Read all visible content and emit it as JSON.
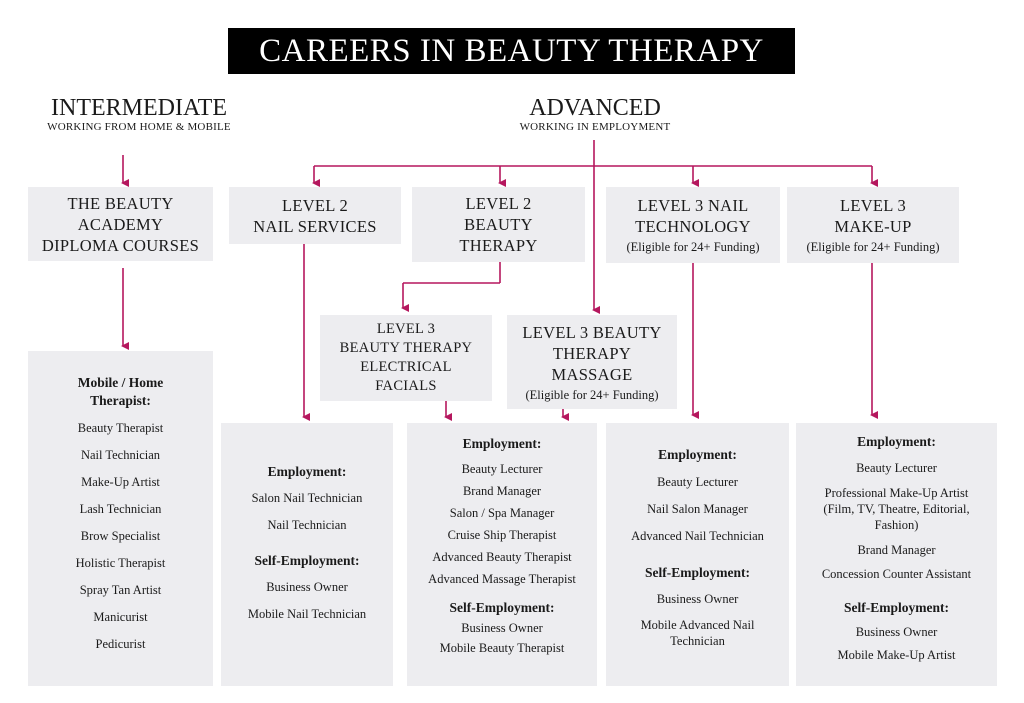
{
  "title": "CAREERS IN BEAUTY THERAPY",
  "intermediate": {
    "heading": "INTERMEDIATE",
    "subheading": "WORKING FROM HOME & MOBILE"
  },
  "advanced": {
    "heading": "ADVANCED",
    "subheading": "WORKING IN EMPLOYMENT"
  },
  "colors": {
    "arrow": "#b5175e",
    "box": "#ededf0",
    "title_bg": "#000000",
    "title_text": "#ffffff"
  },
  "courses": {
    "beauty_academy": {
      "title": "THE BEAUTY\nACADEMY\nDIPLOMA COURSES"
    },
    "l2_nail": {
      "title": "LEVEL 2\nNAIL SERVICES"
    },
    "l2_beauty": {
      "title": "LEVEL 2\nBEAUTY\nTHERAPY"
    },
    "l3_nail": {
      "title": "LEVEL 3 NAIL\nTECHNOLOGY",
      "note": "(Eligible for 24+ Funding)"
    },
    "l3_makeup": {
      "title": "LEVEL 3\nMAKE-UP",
      "note": "(Eligible for 24+ Funding)"
    },
    "l3_electrical": {
      "title": "LEVEL 3\nBEAUTY THERAPY\nELECTRICAL\nFACIALS"
    },
    "l3_massage": {
      "title": "LEVEL 3 BEAUTY\nTHERAPY\nMASSAGE",
      "note": "(Eligible for 24+ Funding)"
    }
  },
  "careers": {
    "mobile": {
      "heading": "Mobile / Home Therapist:",
      "items": [
        "Beauty Therapist",
        "Nail Technician",
        "Make-Up Artist",
        "Lash Technician",
        "Brow Specialist",
        "Holistic Therapist",
        "Spray Tan Artist",
        "Manicurist",
        "Pedicurist"
      ]
    },
    "nail": {
      "employment_heading": "Employment:",
      "employment": [
        "Salon Nail Technician",
        "Nail Technician"
      ],
      "self_heading": "Self-Employment:",
      "self": [
        "Business Owner",
        "Mobile Nail Technician"
      ]
    },
    "beauty": {
      "employment_heading": "Employment:",
      "employment": [
        "Beauty Lecturer",
        "Brand Manager",
        "Salon / Spa Manager",
        "Cruise Ship Therapist",
        "Advanced Beauty Therapist",
        "Advanced Massage Therapist"
      ],
      "self_heading": "Self-Employment:",
      "self": [
        "Business Owner",
        "Mobile Beauty Therapist"
      ]
    },
    "advnail": {
      "employment_heading": "Employment:",
      "employment": [
        "Beauty Lecturer",
        "Nail Salon Manager",
        "Advanced Nail Technician"
      ],
      "self_heading": "Self-Employment:",
      "self": [
        "Business Owner",
        "Mobile Advanced Nail Technician"
      ]
    },
    "makeup": {
      "employment_heading": "Employment:",
      "employment": [
        "Beauty Lecturer",
        "Professional Make-Up Artist (Film, TV, Theatre, Editorial, Fashion)",
        "Brand Manager",
        "Concession Counter Assistant"
      ],
      "self_heading": "Self-Employment:",
      "self": [
        "Business Owner",
        "Mobile Make-Up Artist"
      ]
    }
  }
}
